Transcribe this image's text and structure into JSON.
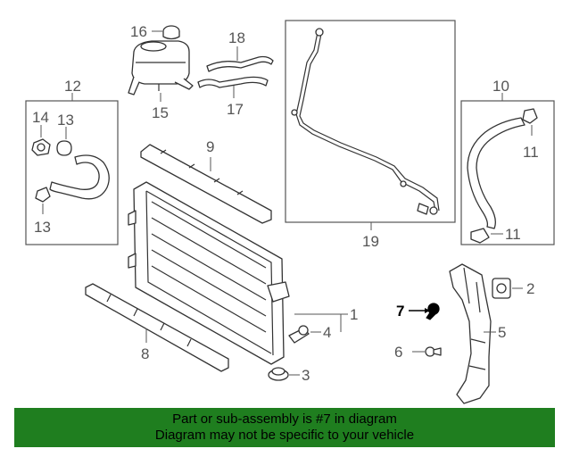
{
  "callouts": {
    "c1": "1",
    "c2": "2",
    "c3": "3",
    "c4": "4",
    "c5": "5",
    "c6": "6",
    "c7": "7",
    "c8": "8",
    "c9": "9",
    "c10": "10",
    "c11a": "11",
    "c11b": "11",
    "c12": "12",
    "c13a": "13",
    "c13b": "13",
    "c14": "14",
    "c15": "15",
    "c16": "16",
    "c17": "17",
    "c18": "18",
    "c19": "19"
  },
  "banner": {
    "line1": "Part or sub-assembly is #7 in diagram",
    "line2": "Diagram may not be specific to your vehicle"
  },
  "colors": {
    "banner": "#1f7e1f",
    "highlight": "#000000",
    "lines": "#333333"
  }
}
